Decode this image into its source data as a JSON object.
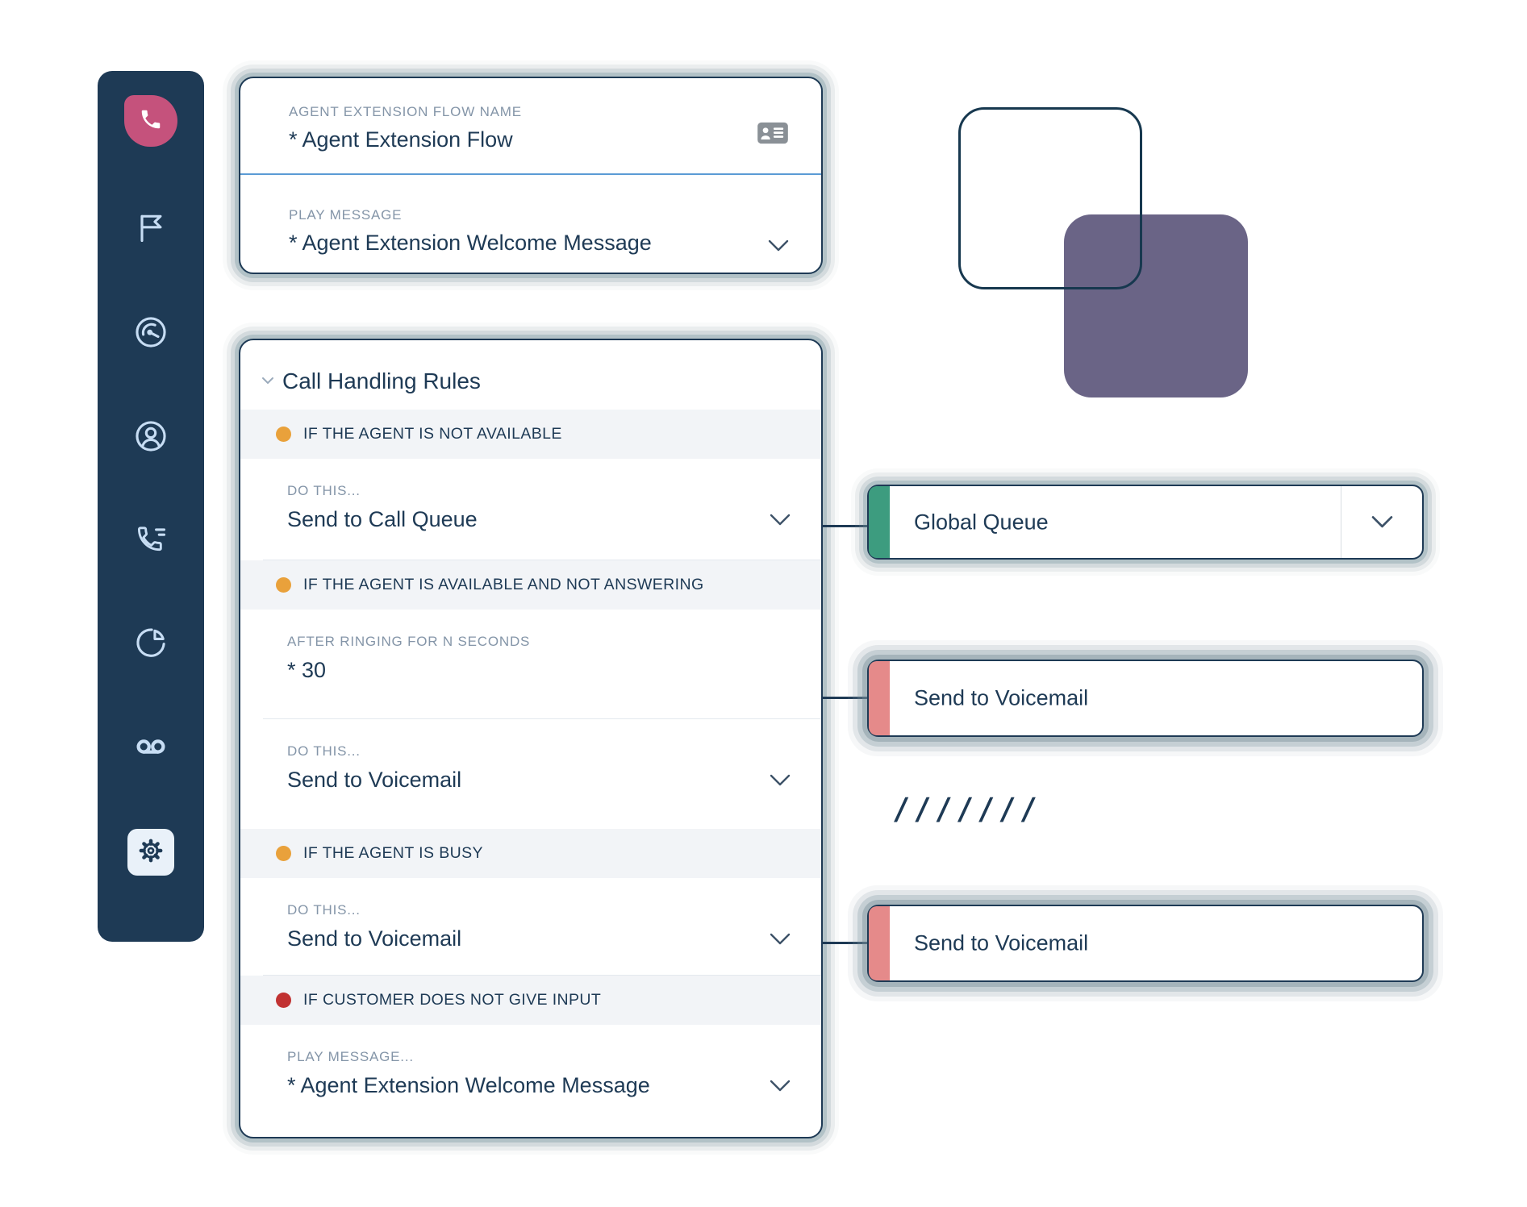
{
  "sidebar": {
    "bg_color": "#1E3A55",
    "logo": {
      "icon": "phone-icon",
      "bg_color": "#C5527C"
    },
    "items": [
      {
        "id": "flag",
        "icon": "flag-icon",
        "active": false
      },
      {
        "id": "dashboard",
        "icon": "gauge-icon",
        "active": false
      },
      {
        "id": "contacts",
        "icon": "person-icon",
        "active": false
      },
      {
        "id": "call-log",
        "icon": "phone-lines-icon",
        "active": false
      },
      {
        "id": "reports",
        "icon": "pie-chart-icon",
        "active": false
      },
      {
        "id": "voicemail",
        "icon": "voicemail-icon",
        "active": false
      },
      {
        "id": "settings",
        "icon": "gear-icon",
        "active": true
      }
    ]
  },
  "flow_card": {
    "name_label": "AGENT EXTENSION FLOW NAME",
    "name_value": "* Agent Extension Flow",
    "name_icon": "contact-card-icon",
    "play_label": "PLAY MESSAGE",
    "play_value": "* Agent Extension Welcome Message"
  },
  "rules_card": {
    "title": "Call Handling Rules",
    "collapse_icon": "chevron-down-icon",
    "conditions": [
      {
        "text": "IF THE AGENT IS NOT AVAILABLE",
        "dot_color": "#E9A13B"
      },
      {
        "text": "IF THE AGENT IS AVAILABLE AND NOT ANSWERING",
        "dot_color": "#E9A13B"
      },
      {
        "text": "IF THE AGENT IS BUSY",
        "dot_color": "#E9A13B"
      },
      {
        "text": "IF CUSTOMER DOES NOT GIVE INPUT",
        "dot_color": "#C13232"
      }
    ],
    "fields": [
      {
        "label": "DO THIS...",
        "value": "Send to Call Queue",
        "dropdown": true
      },
      {
        "label": "AFTER RINGING FOR N SECONDS",
        "value": "* 30",
        "dropdown": false
      },
      {
        "label": "DO THIS...",
        "value": "Send to Voicemail",
        "dropdown": true
      },
      {
        "label": "DO THIS...",
        "value": "Send to Voicemail",
        "dropdown": true
      },
      {
        "label": "PLAY MESSAGE...",
        "value": "* Agent Extension Welcome Message",
        "dropdown": true
      }
    ]
  },
  "nodes": [
    {
      "label": "Global Queue",
      "accent_color": "#3D9C7F",
      "dropdown": true
    },
    {
      "label": "Send to Voicemail",
      "accent_color": "#E58A8A",
      "dropdown": false
    },
    {
      "label": "Send to Voicemail",
      "accent_color": "#E58A8A",
      "dropdown": false
    }
  ],
  "decorations": {
    "hatch_text": "///////"
  },
  "colors": {
    "navy": "#1E3A55",
    "label_gray": "#8495A8",
    "band_bg": "#F2F4F7",
    "blue_divider": "#5B9BD5",
    "purple_square": "#6A6486",
    "logo_pink": "#C5527C",
    "icon_light_blue": "#C7DDF4"
  }
}
